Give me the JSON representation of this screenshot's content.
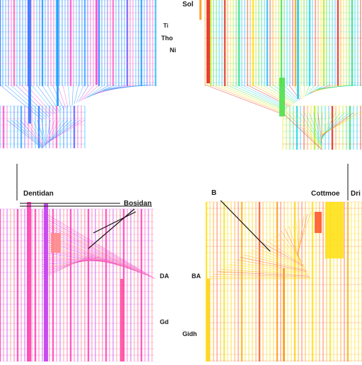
{
  "labels": {
    "top_a": "Sol",
    "top_b": "Ti",
    "top_c": "Tho",
    "top_d": "Ni",
    "left_mid": "Dentidan",
    "center_left": "Bosidan",
    "center_mid": "B",
    "right_mid": "Cottmoe",
    "right_edge": "Dri",
    "bottom_a": "DA",
    "bottom_b": "BA",
    "bottom_c": "Gd",
    "bottom_d": "Gidh"
  },
  "colors": {
    "q1": [
      "#2f7bff",
      "#1e9bff",
      "#4aa8ff",
      "#6a5cff",
      "#ff4fd0",
      "#ff66c4",
      "#39c2ff"
    ],
    "q2": [
      "#e52b1f",
      "#ff9b1f",
      "#ffe11a",
      "#b7ef2a",
      "#4fe04a",
      "#2fe08a",
      "#22d3ee",
      "#38bdf8"
    ],
    "q3": [
      "#ff3fb5",
      "#ff5fc8",
      "#c43cf0",
      "#ff8a8a",
      "#ff4fa0"
    ],
    "q4": [
      "#ffe11a",
      "#ffd21a",
      "#ff9b1f",
      "#ff5a2a",
      "#ffb01a",
      "#f5e642"
    ]
  }
}
